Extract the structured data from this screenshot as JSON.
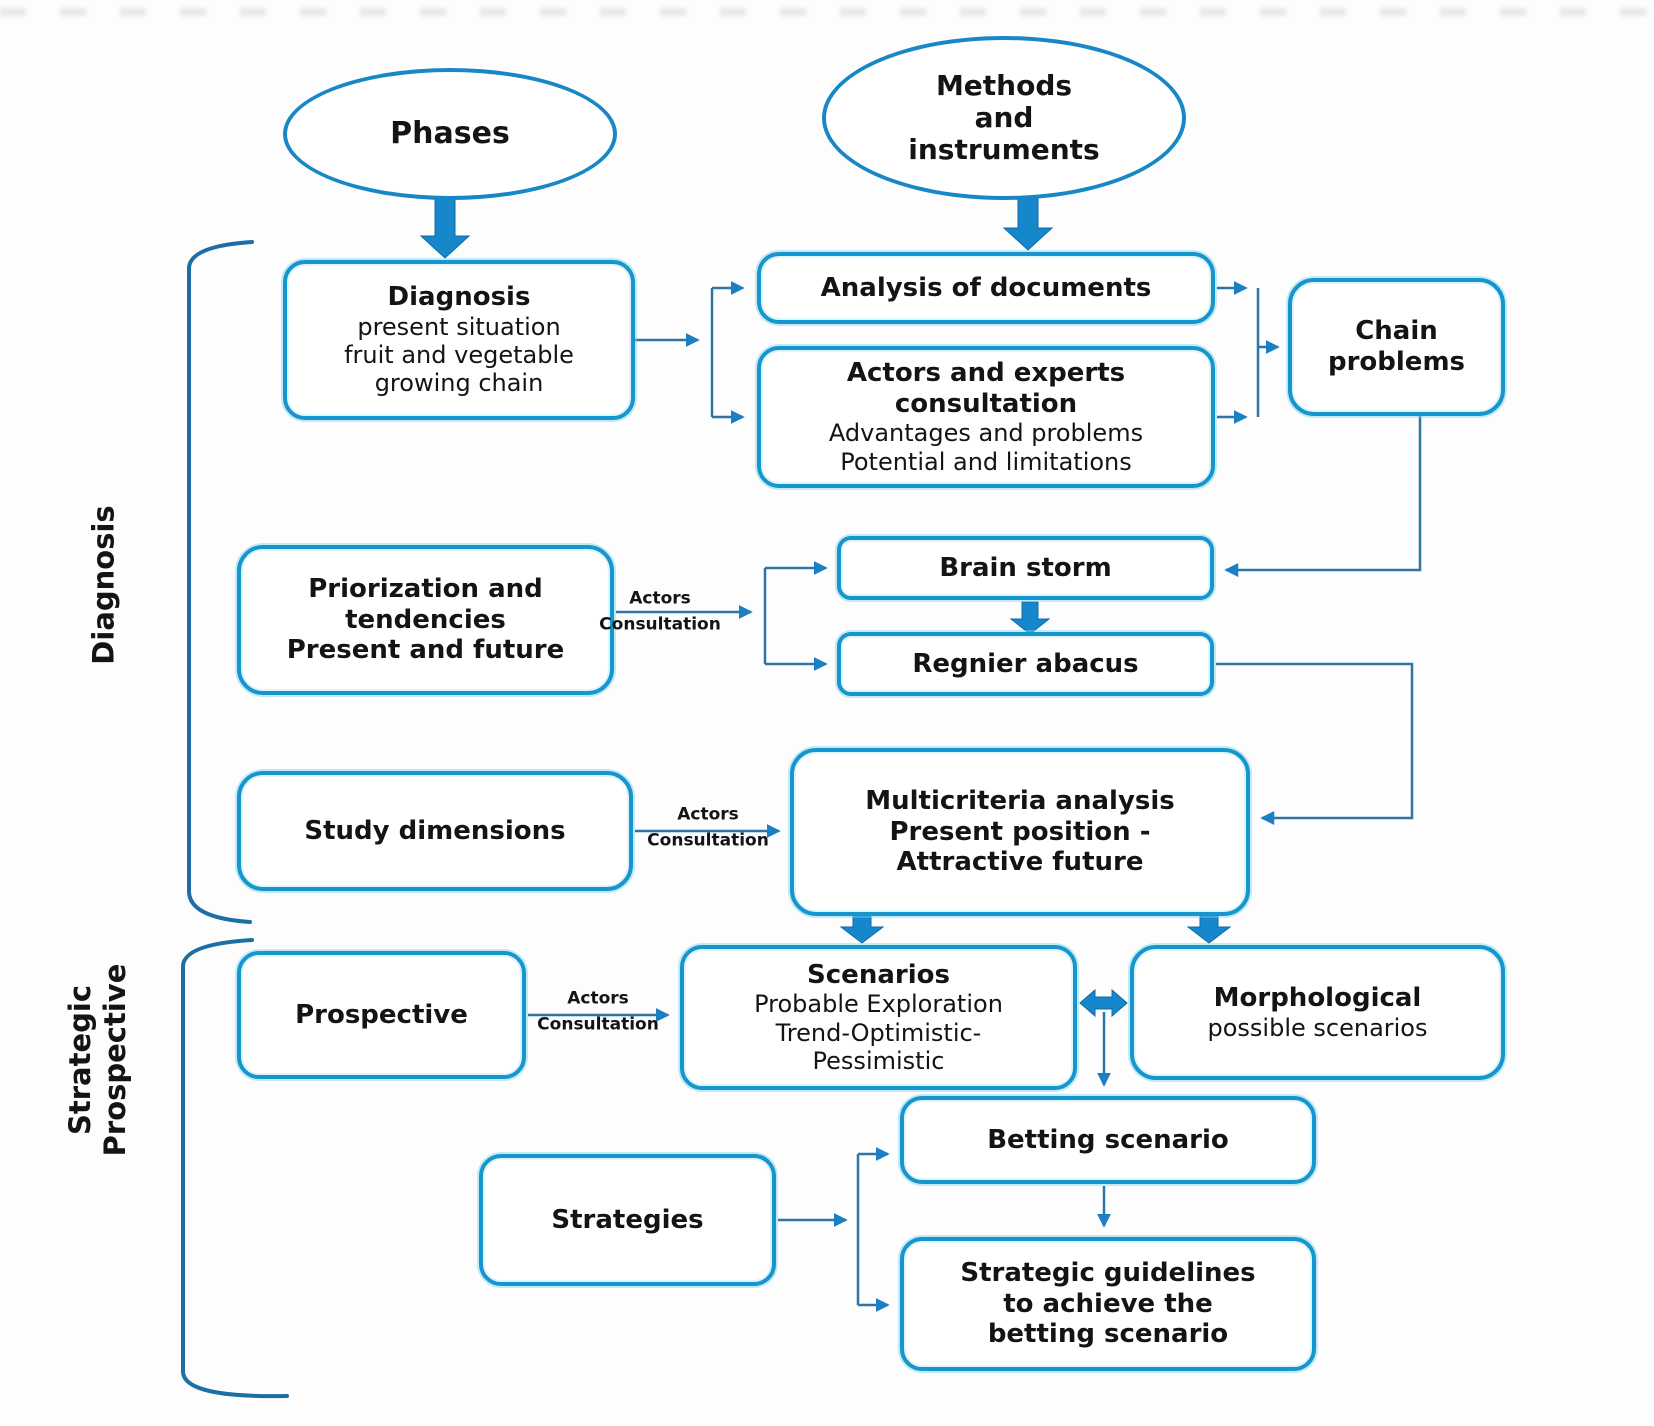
{
  "colors": {
    "box_border": "#1795cc",
    "ellipse_border": "#1787c6",
    "connector": "#2e75a6",
    "block_arrow": "#1787cb",
    "bracket": "#1d6ea5",
    "text": "#141414"
  },
  "ellipses": {
    "phases": {
      "label": "Phases"
    },
    "methods": {
      "lines": [
        "Methods",
        "and",
        "instruments"
      ]
    }
  },
  "side_labels": {
    "diagnosis": "Diagnosis",
    "strategic": {
      "lines": [
        "Strategic",
        "Prospective"
      ]
    }
  },
  "arrow_label": {
    "line1": "Actors",
    "line2": "Consultation"
  },
  "boxes": {
    "diagnosis": {
      "bold": [
        "Diagnosis"
      ],
      "normal": [
        "present situation",
        "fruit and vegetable",
        "growing chain"
      ]
    },
    "analysis": {
      "bold": [
        "Analysis of documents"
      ]
    },
    "actors": {
      "bold": [
        "Actors and experts",
        "consultation"
      ],
      "normal": [
        "Advantages and problems",
        "Potential and limitations"
      ]
    },
    "chain": {
      "bold": [
        "Chain",
        "problems"
      ]
    },
    "priorization": {
      "bold": [
        "Priorization and",
        "tendencies",
        "Present and future"
      ]
    },
    "brainstorm": {
      "bold": [
        "Brain storm"
      ]
    },
    "regnier": {
      "bold": [
        "Regnier abacus"
      ]
    },
    "study": {
      "bold": [
        "Study dimensions"
      ]
    },
    "multicriteria": {
      "bold": [
        "Multicriteria analysis",
        "Present position -",
        "Attractive future"
      ]
    },
    "scenarios": {
      "bold": [
        "Scenarios"
      ],
      "normal": [
        "Probable Exploration",
        "Trend-Optimistic-",
        "Pessimistic"
      ]
    },
    "morphological": {
      "bold": [
        "Morphological"
      ],
      "normal": [
        "possible scenarios"
      ]
    },
    "prospective": {
      "bold": [
        "Prospective"
      ]
    },
    "strategies": {
      "bold": [
        "Strategies"
      ]
    },
    "betting": {
      "bold": [
        "Betting scenario"
      ]
    },
    "guidelines": {
      "bold": [
        "Strategic guidelines",
        "to achieve the",
        "betting scenario"
      ]
    }
  }
}
